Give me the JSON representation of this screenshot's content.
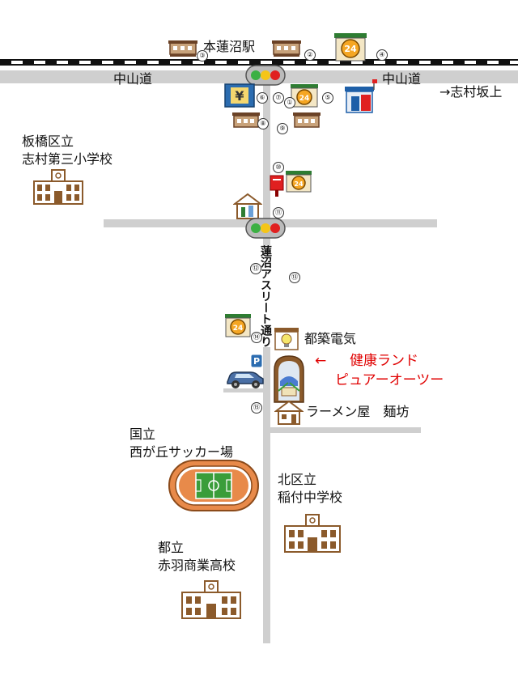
{
  "labels": {
    "station": "本蓮沼駅",
    "nakasendo_left": "中山道",
    "nakasendo_right": "中山道",
    "shimura": "→志村坂上",
    "school1_line1": "板橋区立",
    "school1_line2": "志村第三小学校",
    "street": "蓮沼アスリート通り",
    "denki": "都築電気",
    "arrow": "←",
    "kenko_line1": "健康ランド",
    "kenko_line2": "ピュアーオーツー",
    "ramen": "ラーメン屋　麺坊",
    "stadium_line1": "国立",
    "stadium_line2": "西が丘サッカー場",
    "school2_line1": "北区立",
    "school2_line2": "稲付中学校",
    "school3_line1": "都立",
    "school3_line2": "赤羽商業高校"
  },
  "markers": {
    "m1": "①",
    "m2": "②",
    "m3": "③",
    "m4": "④",
    "m5": "⑤",
    "m6": "⑥",
    "m7": "⑦",
    "m8": "⑧",
    "m9": "⑨",
    "m10": "⑩",
    "m11": "⑪",
    "m12": "⑫",
    "m13": "⑬",
    "m14": "⑭",
    "m15": "⑮"
  },
  "icons": {
    "convenience_text": "24",
    "bank_text": "¥",
    "parking_text": "P"
  },
  "colors": {
    "road": "#cfcfcf",
    "building": "#8b5a2b",
    "accent_red": "#e00000",
    "field_green": "#3a9d3a",
    "track_orange": "#e88a4a"
  }
}
